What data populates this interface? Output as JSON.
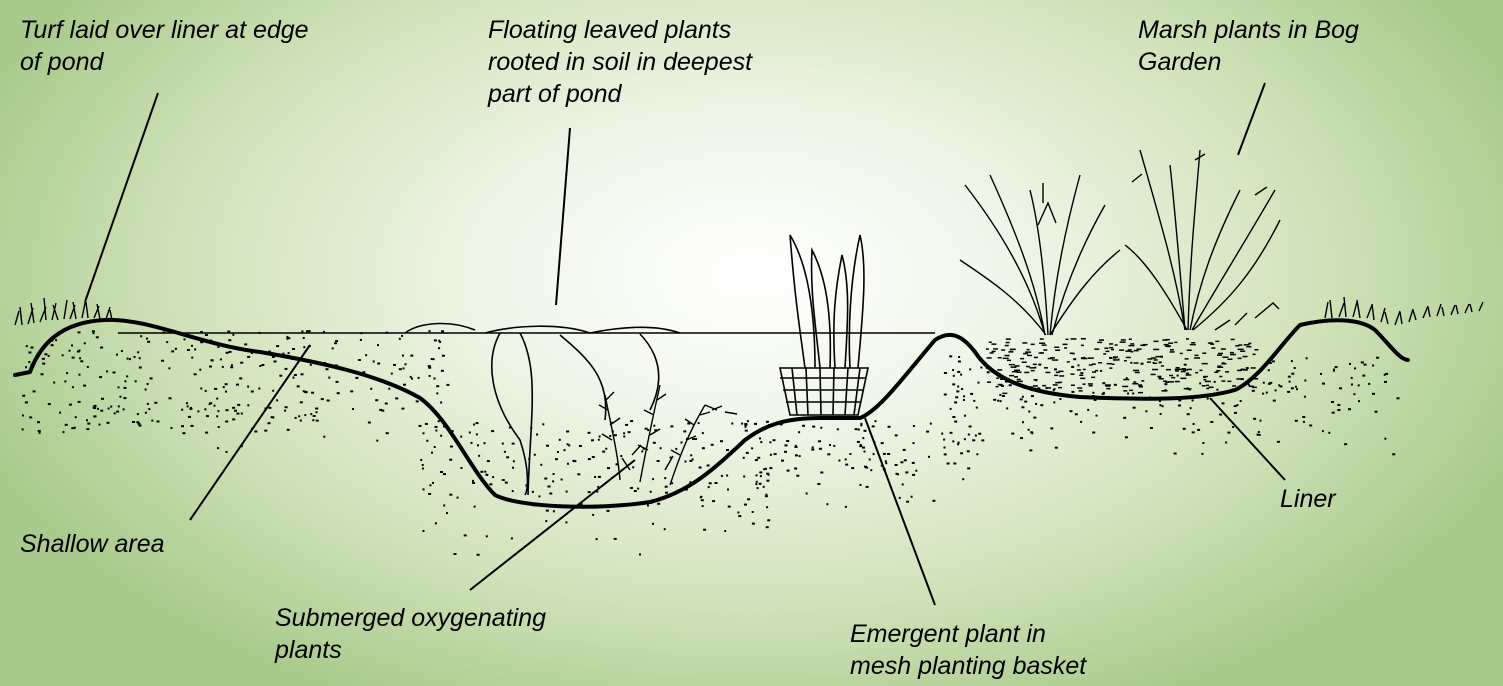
{
  "labels": {
    "turf": "Turf laid over liner at edge\nof pond",
    "floating": "Floating leaved plants\nrooted in soil in deepest\npart of pond",
    "marsh": "Marsh plants in Bog\nGarden",
    "shallow": "Shallow area",
    "submerged": "Submerged oxygenating\nplants",
    "emergent": "Emergent plant in\nmesh planting basket",
    "liner": "Liner"
  },
  "colors": {
    "background_center": "#ffffff",
    "background_edge": "#a9ca8c",
    "ink": "#000000"
  }
}
